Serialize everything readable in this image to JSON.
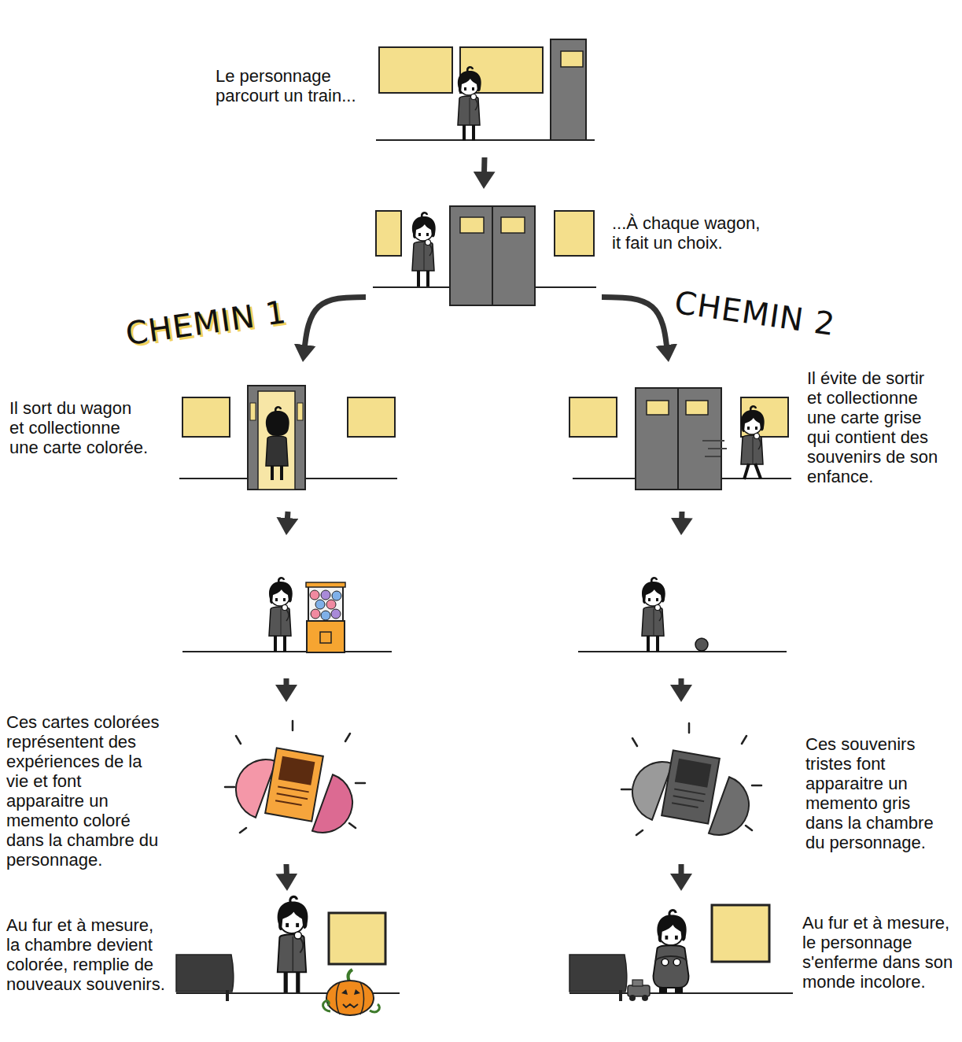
{
  "diagram": {
    "nodes": [
      {
        "text": [
          "Le personnage parcourt un train..."
        ]
      },
      {
        "text": [
          "...À chaque wagon, it fait un choix."
        ]
      },
      {
        "text": [
          "Il sort du wagon et collectionne une carte colorée."
        ]
      },
      {
        "text": []
      },
      {
        "text": [
          "Ces cartes colorées représentent des expériences de la vie et font apparaitre un memento coloré dans la chambre du personnage."
        ]
      },
      {
        "text": [
          "Au fur et à mesure, la chambre devient colorée, remplie de nouveaux souvenirs."
        ]
      },
      {
        "text": [
          "Il évite de sortir et collectionne une carte grise qui contient des souvenirs de son enfance."
        ]
      },
      {
        "text": []
      },
      {
        "text": [
          "Ces souvenirs tristes font apparaitre un memento gris dans la chambre du personnage."
        ]
      },
      {
        "text": [
          "Au fur et à mesure, le personnage s'enferme dans son monde incolore."
        ]
      }
    ],
    "edges": [
      {
        "from": 0,
        "to": 1,
        "arrow": "to"
      },
      {
        "from": 1,
        "to": 2,
        "label": "CHEMIN 1",
        "arrow": "to"
      },
      {
        "from": 1,
        "to": 6,
        "label": "CHEMIN 2",
        "arrow": "to"
      },
      {
        "from": 2,
        "to": 3,
        "arrow": "to"
      },
      {
        "from": 3,
        "to": 4,
        "arrow": "to"
      },
      {
        "from": 4,
        "to": 5,
        "arrow": "to"
      },
      {
        "from": 6,
        "to": 7,
        "arrow": "to"
      },
      {
        "from": 7,
        "to": 8,
        "arrow": "to"
      },
      {
        "from": 8,
        "to": 9,
        "arrow": "to"
      }
    ]
  }
}
